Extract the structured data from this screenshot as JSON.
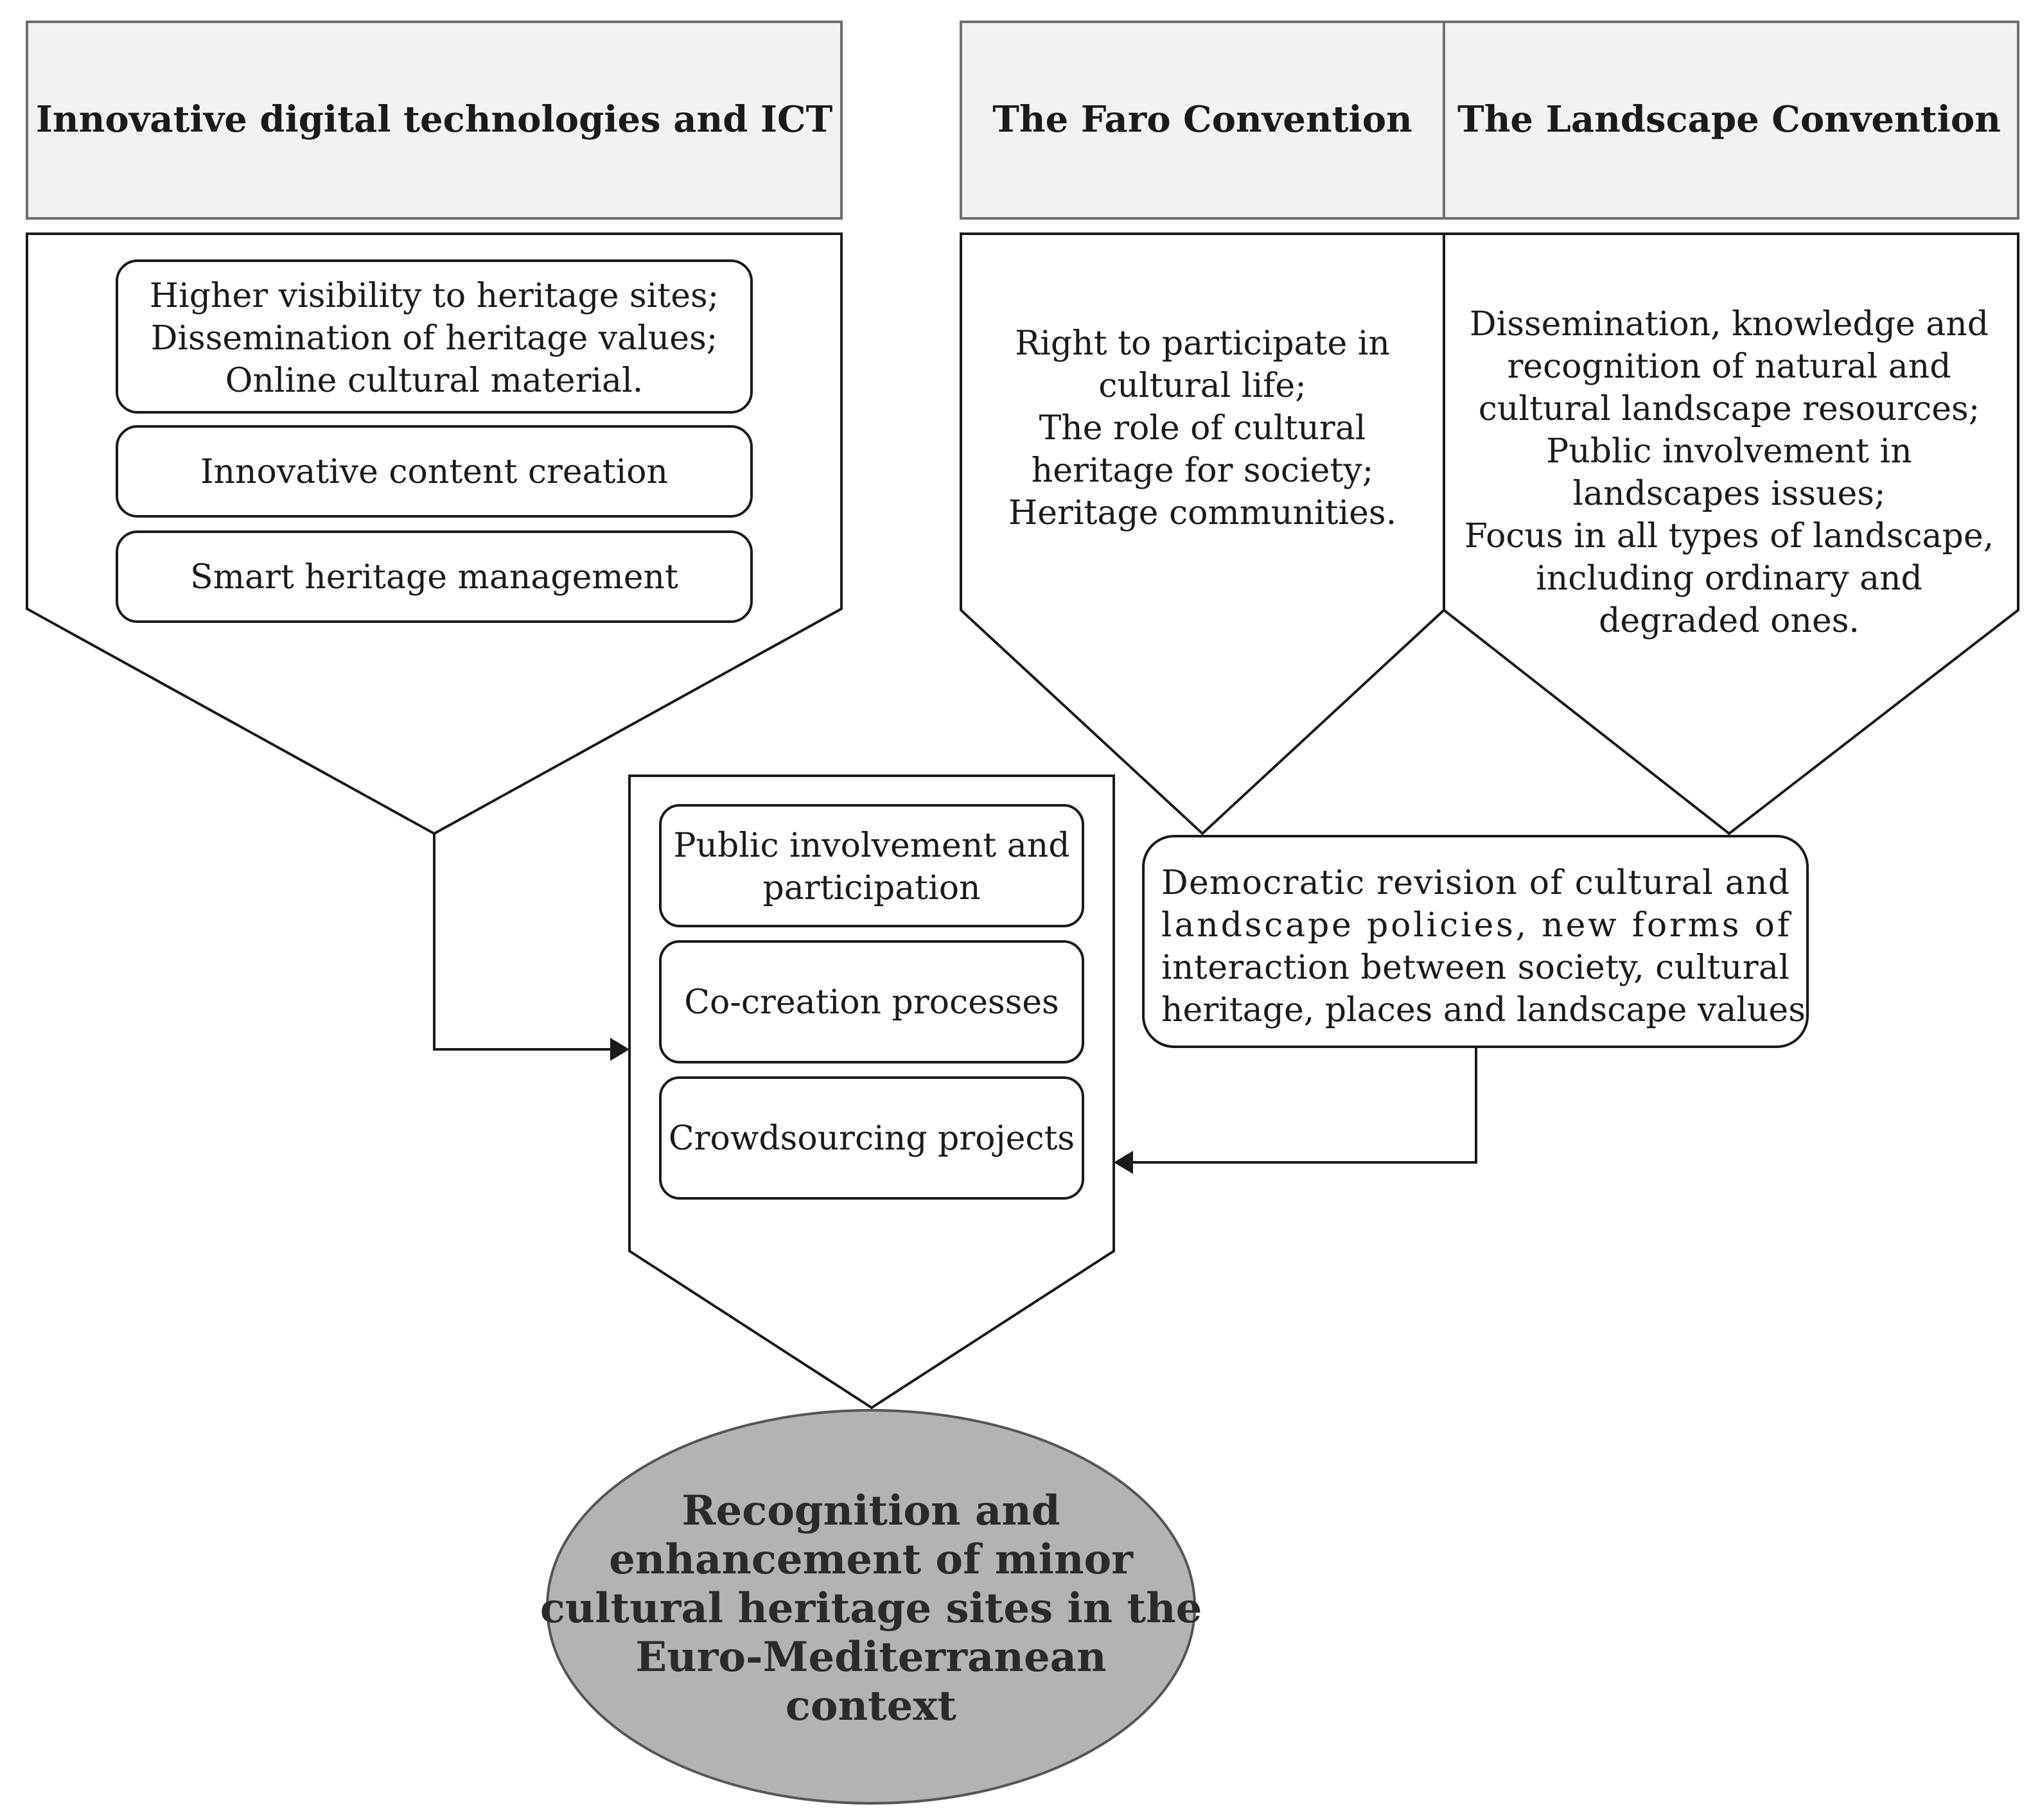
{
  "headers": {
    "ict": "Innovative digital technologies and ICT",
    "faro": "The Faro Convention",
    "landscape": "The Landscape Convention"
  },
  "ict_boxes": {
    "visibility": [
      "Higher visibility to heritage sites;",
      "Dissemination of heritage values;",
      "Online cultural material."
    ],
    "content": "Innovative content creation",
    "management": "Smart heritage management"
  },
  "faro_text": [
    "Right to participate in",
    "cultural life;",
    "The role of cultural",
    "heritage for society;",
    "Heritage communities."
  ],
  "landscape_text": [
    "Dissemination, knowledge and",
    "recognition of natural and",
    "cultural landscape resources;",
    "Public involvement in",
    "landscapes issues;",
    "Focus in all types of landscape,",
    "including ordinary and",
    "degraded ones."
  ],
  "center_boxes": {
    "public": [
      "Public involvement and",
      "participation"
    ],
    "cocreation": "Co-creation processes",
    "crowdsourcing": "Crowdsourcing projects"
  },
  "democratic_text": [
    "Democratic revision of cultural and",
    "landscape policies, new forms of",
    "interaction between society, cultural",
    "heritage, places and landscape values"
  ],
  "outcome": [
    "Recognition and",
    "enhancement of minor",
    "cultural heritage sites in the",
    "Euro-Mediterranean",
    "context"
  ]
}
